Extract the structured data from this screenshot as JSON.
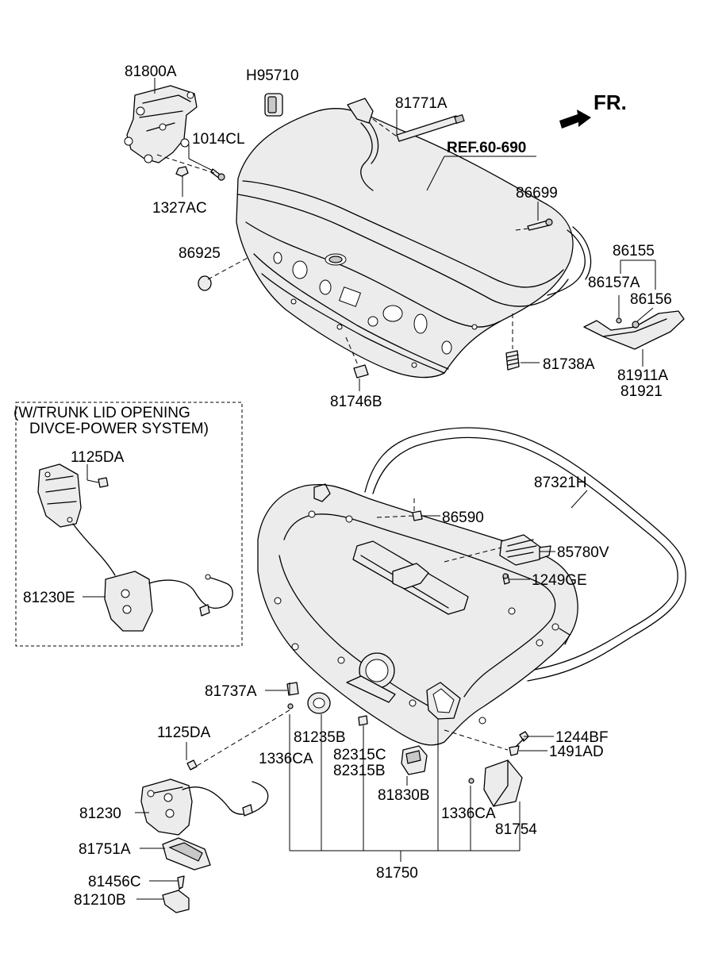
{
  "option_box": {
    "line1": "(W/TRUNK LID OPENING",
    "line2": "DIVCE-POWER SYSTEM)"
  },
  "direction": {
    "label": "FR."
  },
  "reference": {
    "label": "REF.60-690"
  },
  "parts": {
    "p81800A": "81800A",
    "pH95710": "H95710",
    "p81771A": "81771A",
    "p1014CL": "1014CL",
    "p1327AC": "1327AC",
    "p86699": "86699",
    "p86925": "86925",
    "p86155": "86155",
    "p86157A": "86157A",
    "p86156": "86156",
    "p81738A": "81738A",
    "p81911A": "81911A",
    "p81921": "81921",
    "p81746B": "81746B",
    "p1125DA_top": "1125DA",
    "p81230E": "81230E",
    "p87321H": "87321H",
    "p86590": "86590",
    "p85780V": "85780V",
    "p1249GE": "1249GE",
    "p81737A": "81737A",
    "p81235B": "81235B",
    "p1336CA_left": "1336CA",
    "p82315C": "82315C",
    "p82315B": "82315B",
    "p1244BF": "1244BF",
    "p1491AD": "1491AD",
    "p1125DA_bottom": "1125DA",
    "p81830B": "81830B",
    "p1336CA_right": "1336CA",
    "p81754": "81754",
    "p81230": "81230",
    "p81751A": "81751A",
    "p81456C": "81456C",
    "p81210B": "81210B",
    "p81750": "81750"
  }
}
